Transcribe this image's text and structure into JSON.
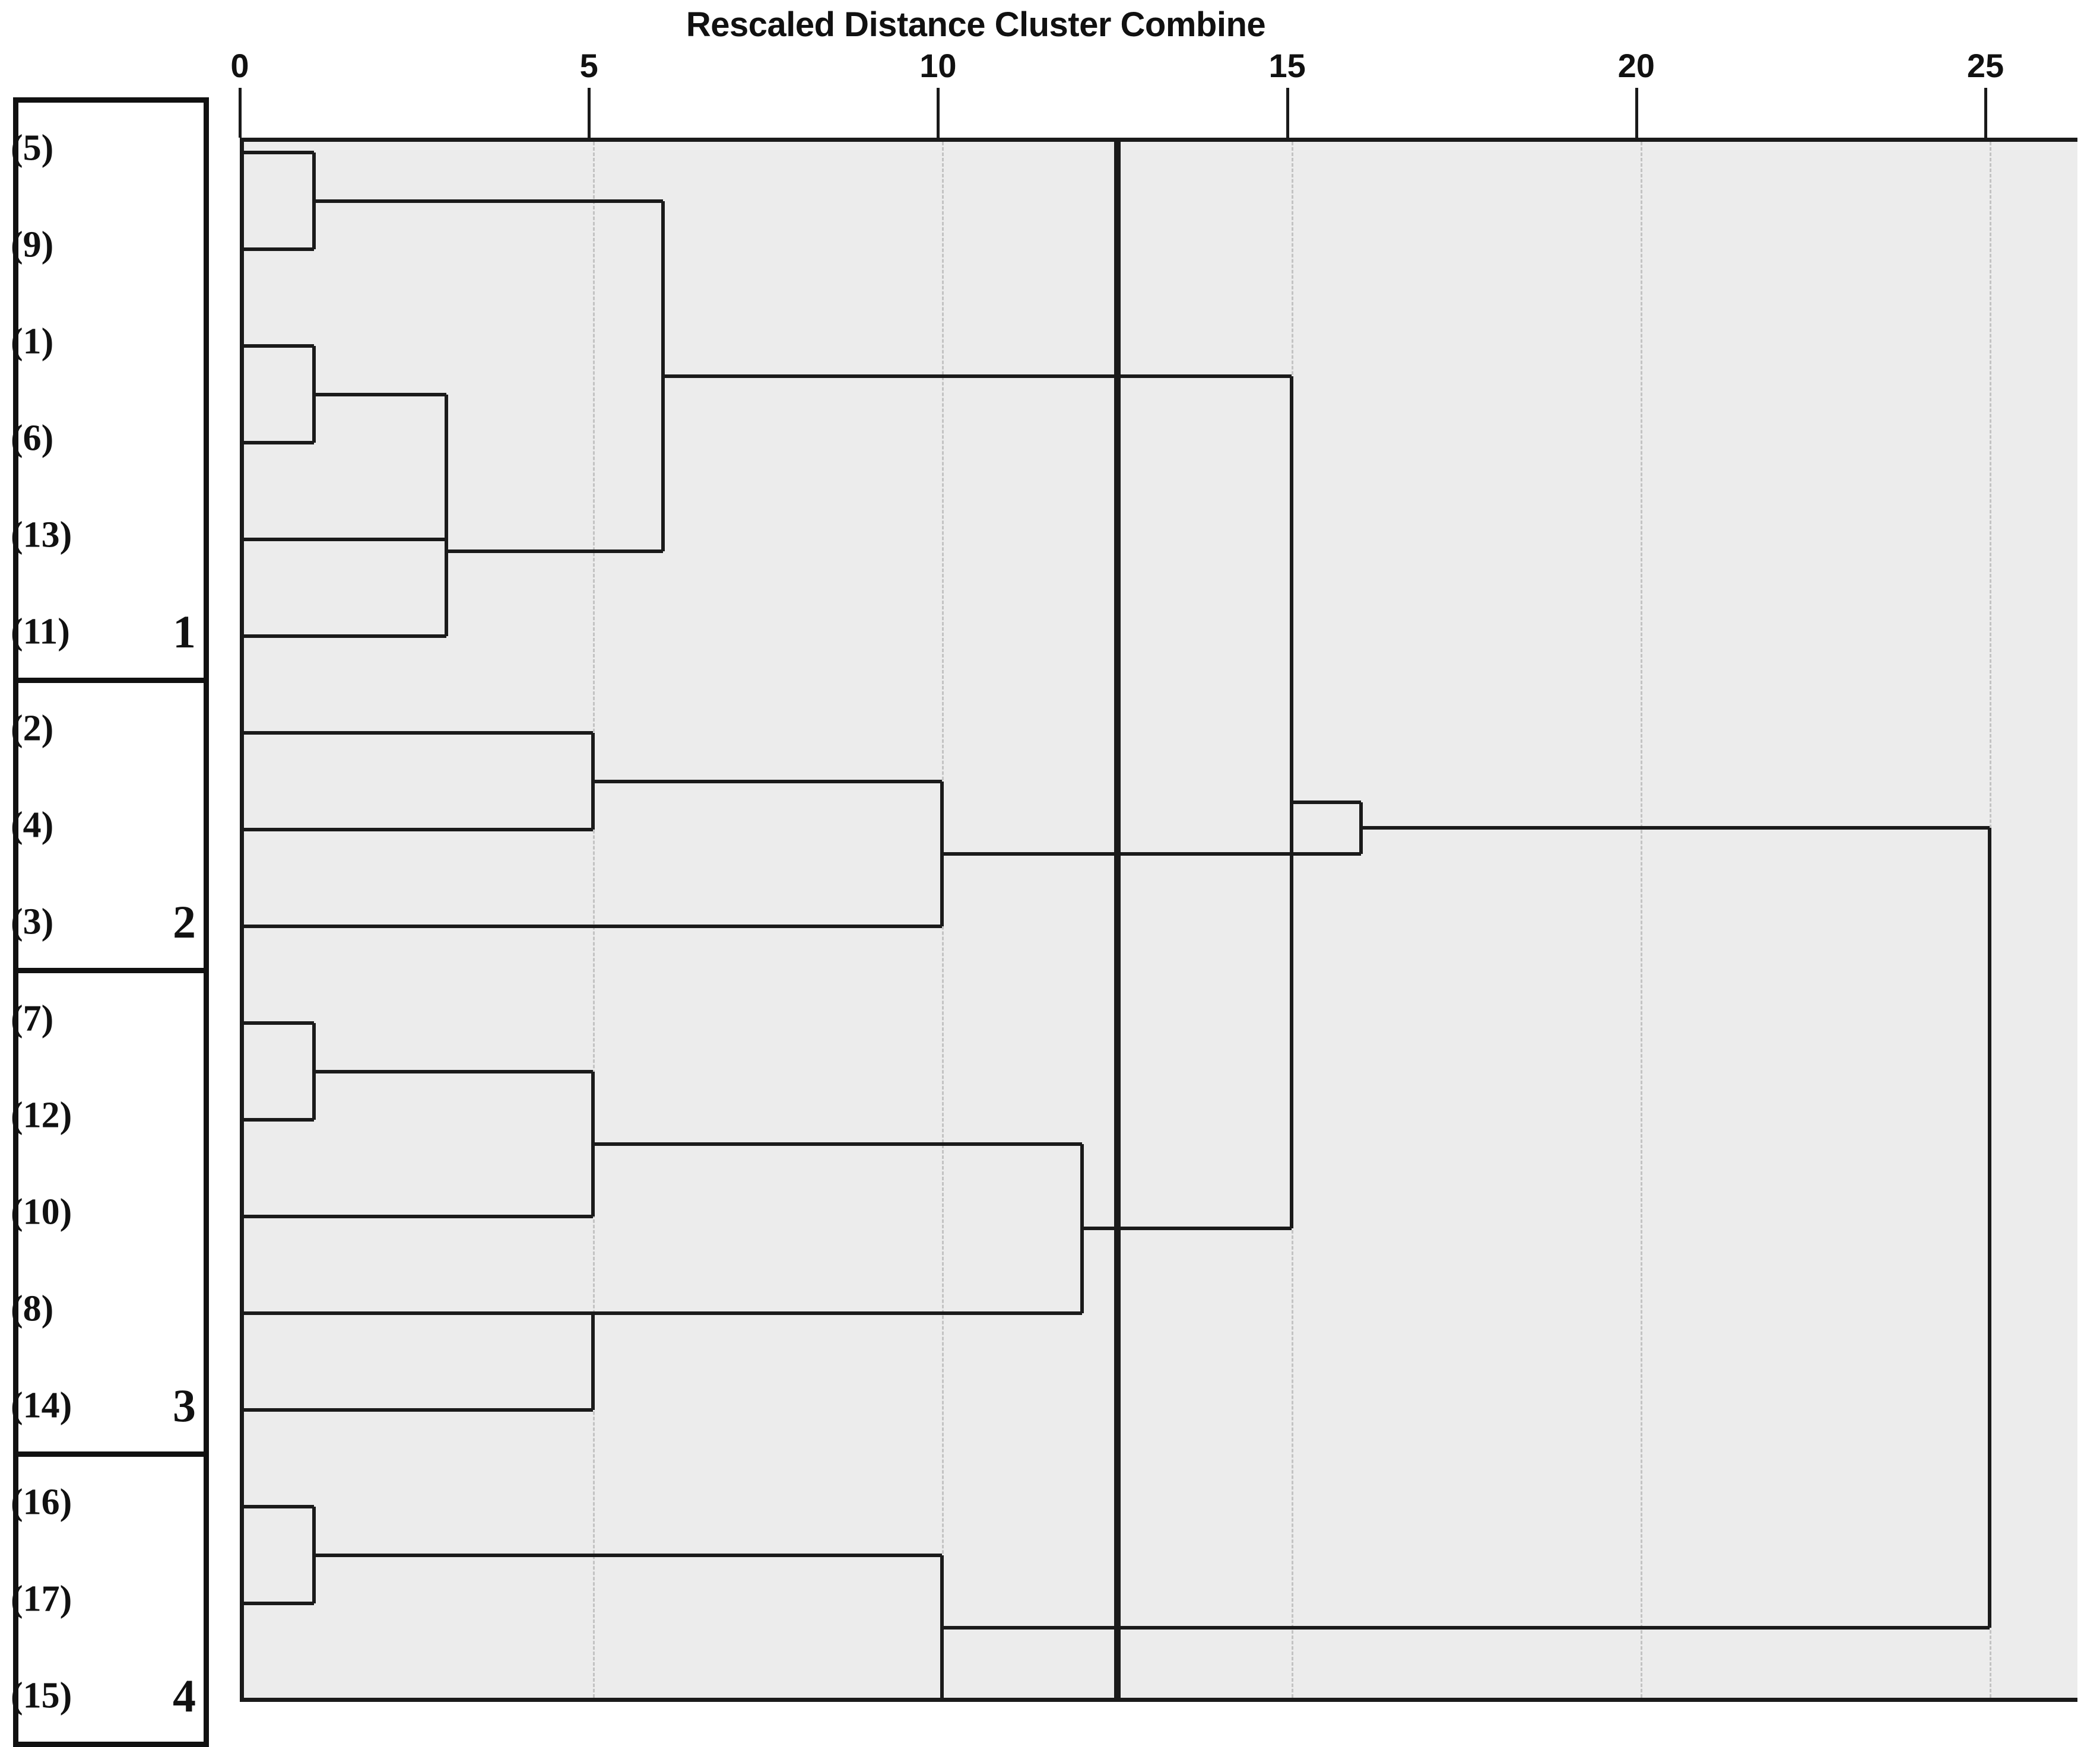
{
  "chart_data": {
    "type": "dendrogram",
    "title": "Rescaled Distance Cluster Combine",
    "xlabel": "",
    "ylabel": "",
    "xlim": [
      0,
      26
    ],
    "grid": true,
    "axis_ticks": [
      {
        "value": 0,
        "label": "0"
      },
      {
        "value": 5,
        "label": "5"
      },
      {
        "value": 10,
        "label": "10"
      },
      {
        "value": 15,
        "label": "15"
      },
      {
        "value": 20,
        "label": "20"
      },
      {
        "value": 25,
        "label": "25"
      }
    ],
    "cut_line": {
      "value": 12.5,
      "label": ""
    },
    "leaves": [
      {
        "label": "(5)",
        "order": 1,
        "cluster": "1"
      },
      {
        "label": "(9)",
        "order": 2,
        "cluster": "1"
      },
      {
        "label": "(1)",
        "order": 3,
        "cluster": "1"
      },
      {
        "label": "(6)",
        "order": 4,
        "cluster": "1"
      },
      {
        "label": "(13)",
        "order": 5,
        "cluster": "1"
      },
      {
        "label": "(11)",
        "order": 6,
        "cluster": "1"
      },
      {
        "label": "(2)",
        "order": 7,
        "cluster": "2"
      },
      {
        "label": "(4)",
        "order": 8,
        "cluster": "2"
      },
      {
        "label": "(3)",
        "order": 9,
        "cluster": "2"
      },
      {
        "label": "(7)",
        "order": 10,
        "cluster": "3"
      },
      {
        "label": "(12)",
        "order": 11,
        "cluster": "3"
      },
      {
        "label": "(10)",
        "order": 12,
        "cluster": "3"
      },
      {
        "label": "(8)",
        "order": 13,
        "cluster": "3"
      },
      {
        "label": "(14)",
        "order": 14,
        "cluster": "3"
      },
      {
        "label": "(16)",
        "order": 15,
        "cluster": "4"
      },
      {
        "label": "(17)",
        "order": 16,
        "cluster": "4"
      },
      {
        "label": "(15)",
        "order": 17,
        "cluster": "4"
      }
    ],
    "merges": [
      {
        "id": "m1",
        "left": "(5)",
        "right": "(9)",
        "distance": 1.0
      },
      {
        "id": "m2",
        "left": "(1)",
        "right": "(6)",
        "distance": 1.0
      },
      {
        "id": "m3",
        "left": "m2",
        "right": "(13)",
        "distance": 2.9
      },
      {
        "id": "m4",
        "left": "m3",
        "right": "(11)",
        "distance": 2.9
      },
      {
        "id": "m5",
        "left": "m1",
        "right": "m4",
        "distance": 6.0
      },
      {
        "id": "m6",
        "left": "(2)",
        "right": "(4)",
        "distance": 5.0
      },
      {
        "id": "m7",
        "left": "m6",
        "right": "(3)",
        "distance": 10.0
      },
      {
        "id": "m8",
        "left": "(7)",
        "right": "(12)",
        "distance": 1.0
      },
      {
        "id": "m9",
        "left": "m8",
        "right": "(10)",
        "distance": 5.0
      },
      {
        "id": "m10",
        "left": "m9",
        "right": "(8)",
        "distance": 12.0
      },
      {
        "id": "m11",
        "left": "(8)",
        "right": "(14)",
        "distance": 5.0
      },
      {
        "id": "m12",
        "left": "(16)",
        "right": "(17)",
        "distance": 1.0
      },
      {
        "id": "m13",
        "left": "m12",
        "right": "(15)",
        "distance": 10.0
      },
      {
        "id": "m14",
        "left": "m5",
        "right": "m10",
        "distance": 15.0
      },
      {
        "id": "m15",
        "left": "m14",
        "right": "m7",
        "distance": 16.0
      },
      {
        "id": "m16",
        "left": "m15",
        "right": "m13",
        "distance": 25.0
      }
    ],
    "clusters": [
      {
        "number": "1",
        "members": [
          "(5)",
          "(9)",
          "(1)",
          "(6)",
          "(13)",
          "(11)"
        ]
      },
      {
        "number": "2",
        "members": [
          "(2)",
          "(4)",
          "(3)"
        ]
      },
      {
        "number": "3",
        "members": [
          "(7)",
          "(12)",
          "(10)",
          "(8)",
          "(14)"
        ]
      },
      {
        "number": "4",
        "members": [
          "(16)",
          "(17)",
          "(15)"
        ]
      }
    ],
    "colors": {
      "panel_background": "#ececec",
      "line": "#1a1a1a",
      "gridline": "#c3c3c3",
      "text": "#111111",
      "page_background": "#ffffff"
    }
  }
}
